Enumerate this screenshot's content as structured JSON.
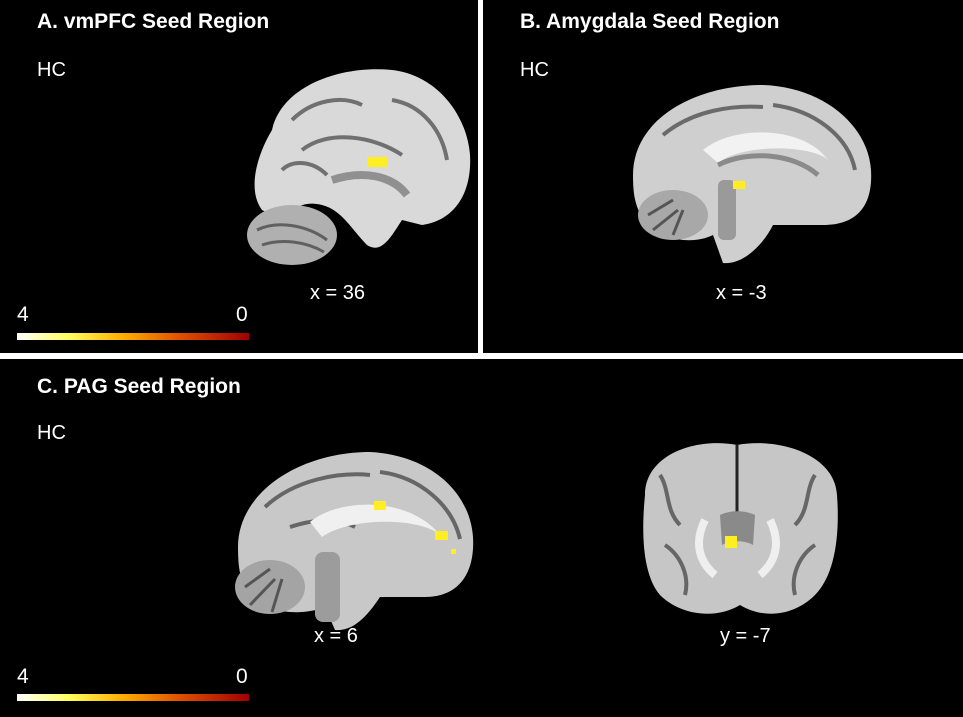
{
  "panels": [
    {
      "title": "A. vmPFC Seed Region",
      "group": "HC",
      "coords": [
        "x = 36"
      ],
      "colorbar": {
        "max_label": "4",
        "min_label": "0"
      }
    },
    {
      "title": "B. Amygdala Seed Region",
      "group": "HC",
      "coords": [
        "x = -3"
      ]
    },
    {
      "title": "C. PAG Seed Region",
      "group": "HC",
      "coords": [
        "x = 6",
        "y = -7"
      ],
      "colorbar": {
        "max_label": "4",
        "min_label": "0"
      }
    }
  ],
  "colors": {
    "background": "#000000",
    "divider": "#ffffff",
    "activation": "#ffee22",
    "colorbar_high": "#ffffff",
    "colorbar_low": "#a00000"
  }
}
